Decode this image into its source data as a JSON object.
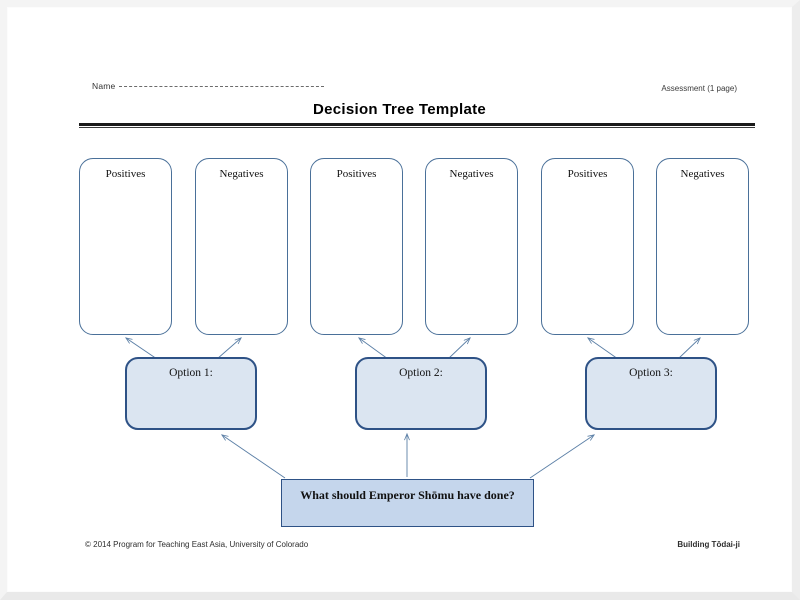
{
  "page": {
    "title": "Decision Tree Template",
    "name_label": "Name",
    "name_value": "",
    "assessment_note": "Assessment (1 page)",
    "footer_left": "© 2014 Program for Teaching East Asia, University of Colorado",
    "footer_right": "Building Tōdai-ji"
  },
  "colors": {
    "outcome_border": "#4a7099",
    "option_border": "#2e5286",
    "option_fill": "#dbe5f1",
    "question_border": "#2e5286",
    "question_fill": "#c5d6ec",
    "connector": "#5b7fa6",
    "rule": "#1b1b1b"
  },
  "diagram": {
    "root": {
      "id": "root-question",
      "text": "What should Emperor Shōmu have done?"
    },
    "branches": [
      {
        "id": "option-1",
        "label": "Option 1:",
        "value": "",
        "outcomes": [
          {
            "id": "option-1-positives",
            "label": "Positives",
            "value": ""
          },
          {
            "id": "option-1-negatives",
            "label": "Negatives",
            "value": ""
          }
        ]
      },
      {
        "id": "option-2",
        "label": "Option 2:",
        "value": "",
        "outcomes": [
          {
            "id": "option-2-positives",
            "label": "Positives",
            "value": ""
          },
          {
            "id": "option-2-negatives",
            "label": "Negatives",
            "value": ""
          }
        ]
      },
      {
        "id": "option-3",
        "label": "Option 3:",
        "value": "",
        "outcomes": [
          {
            "id": "option-3-positives",
            "label": "Positives",
            "value": ""
          },
          {
            "id": "option-3-negatives",
            "label": "Negatives",
            "value": ""
          }
        ]
      }
    ]
  }
}
